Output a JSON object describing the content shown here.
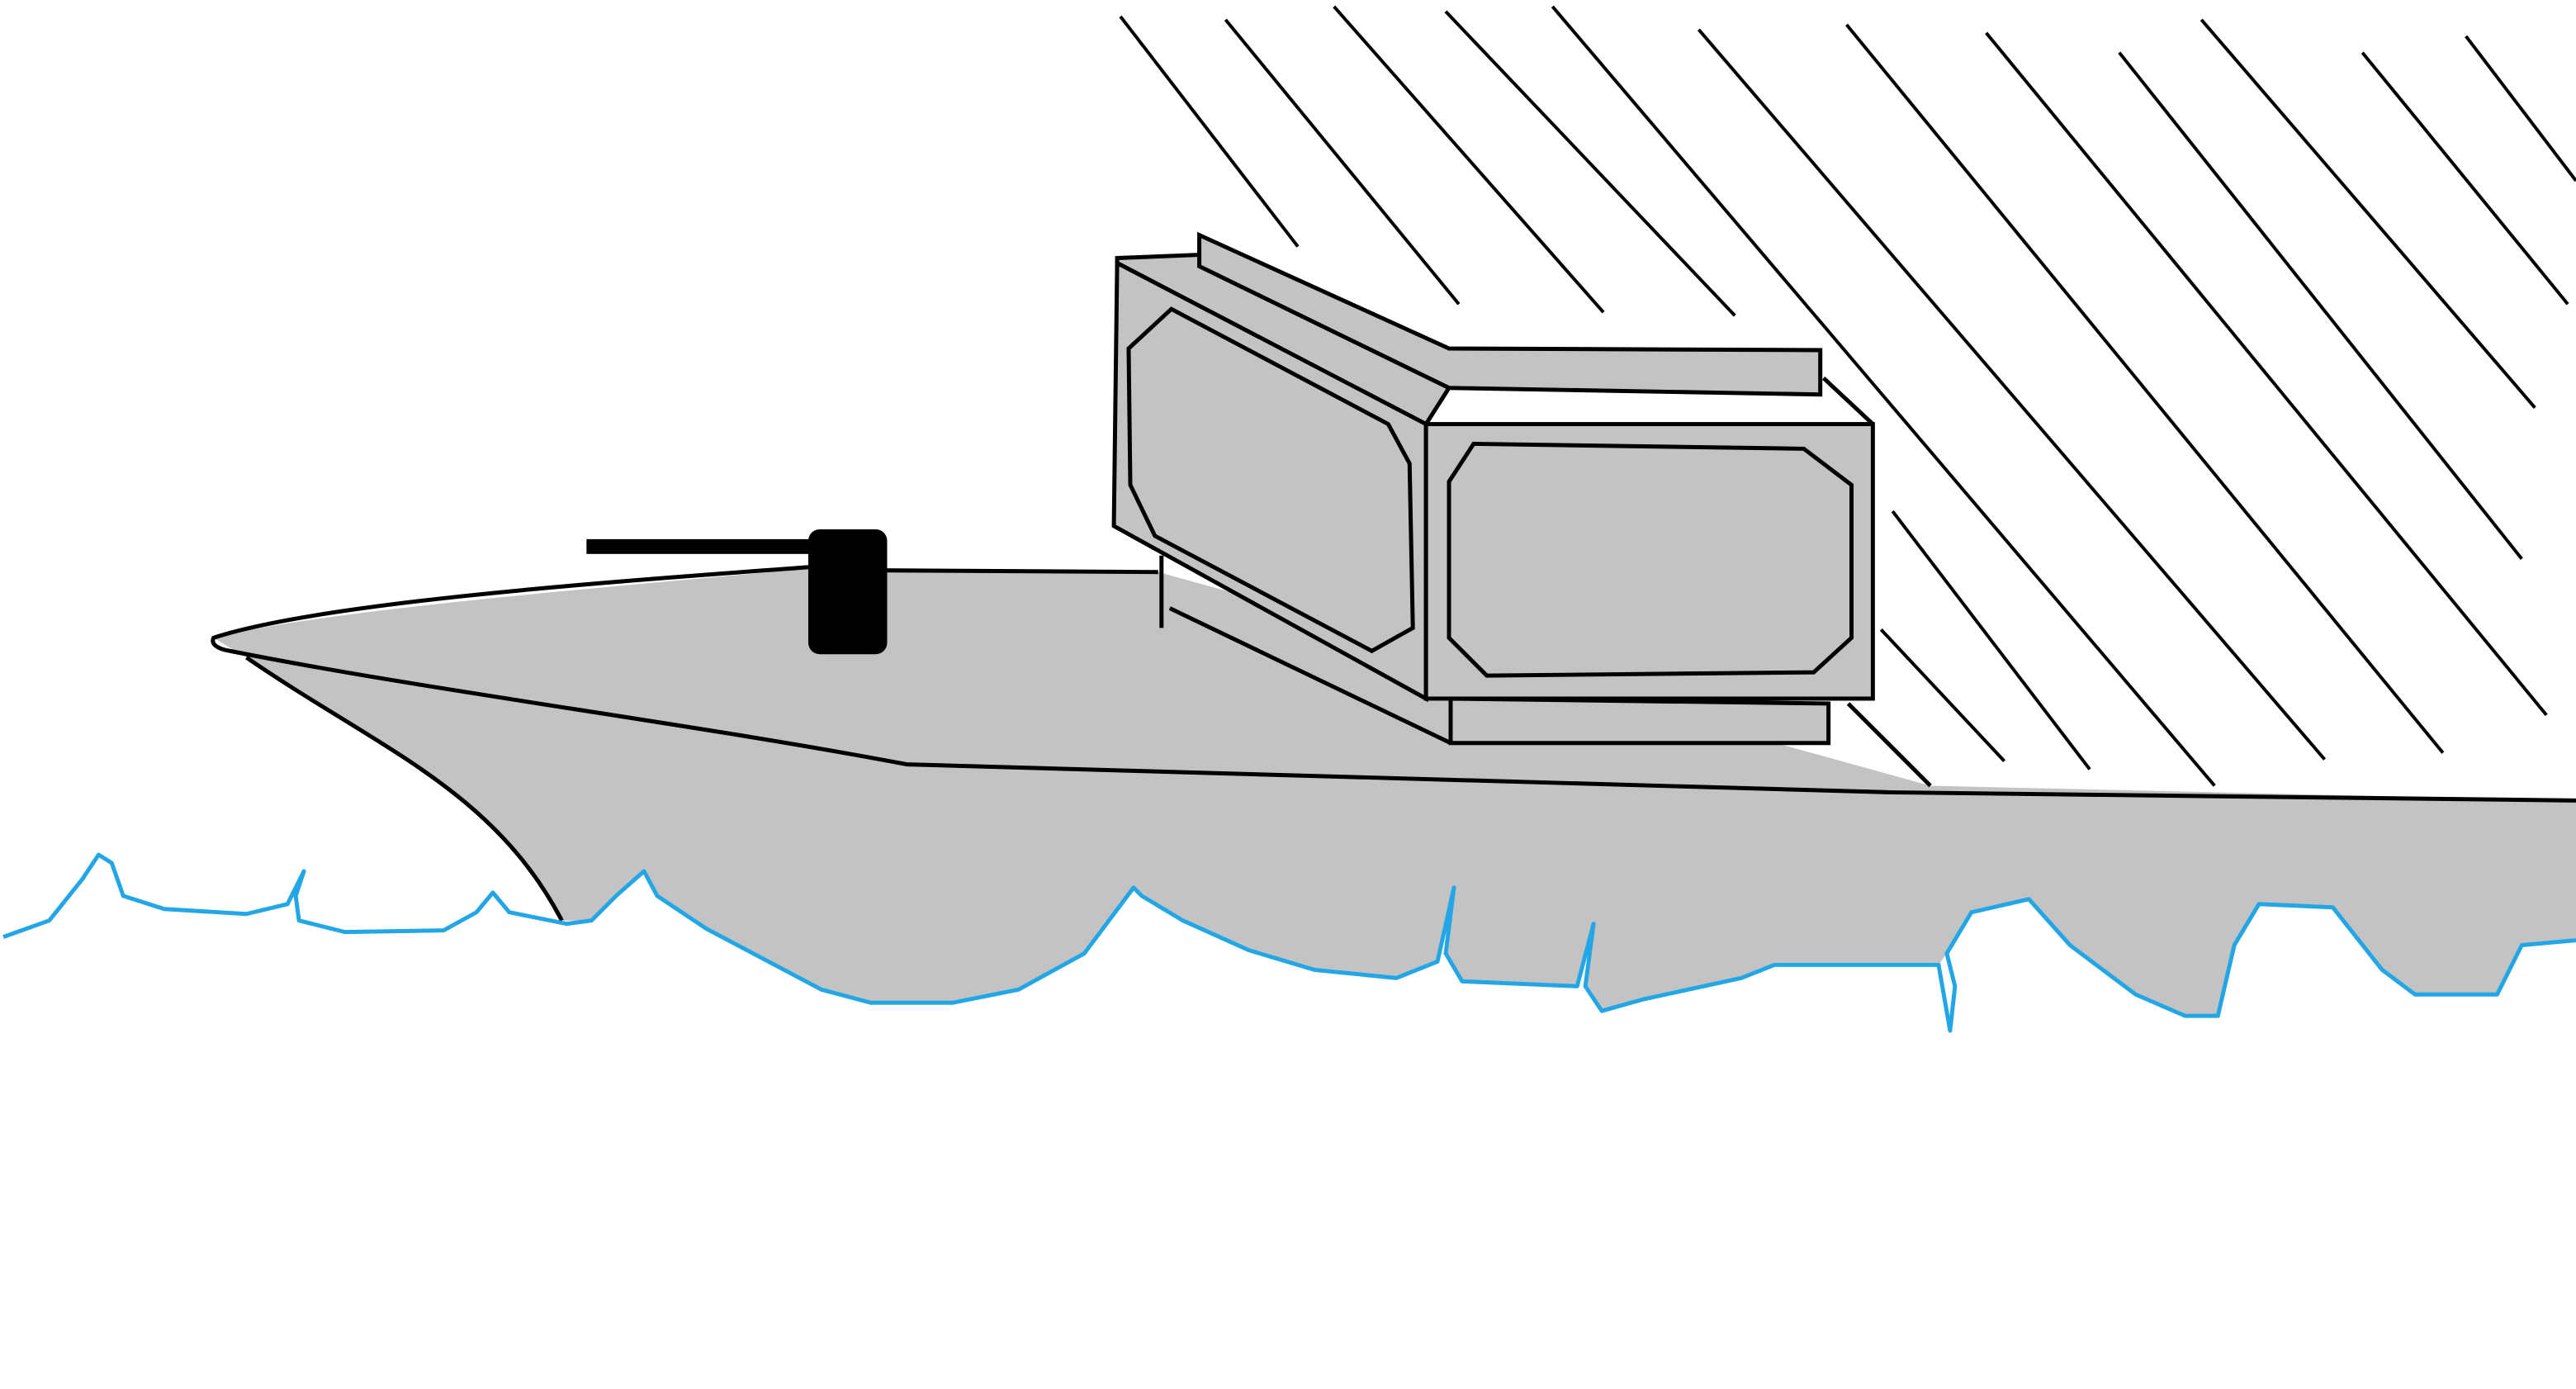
{
  "colors": {
    "background": "#ffffff",
    "hull": "#c3c3c3",
    "outline": "#000000",
    "water": "#22a6e6",
    "gun": "#000000"
  },
  "icons": [
    "boat-drawing",
    "rain-hatching",
    "water-waves",
    "deck-gun"
  ]
}
